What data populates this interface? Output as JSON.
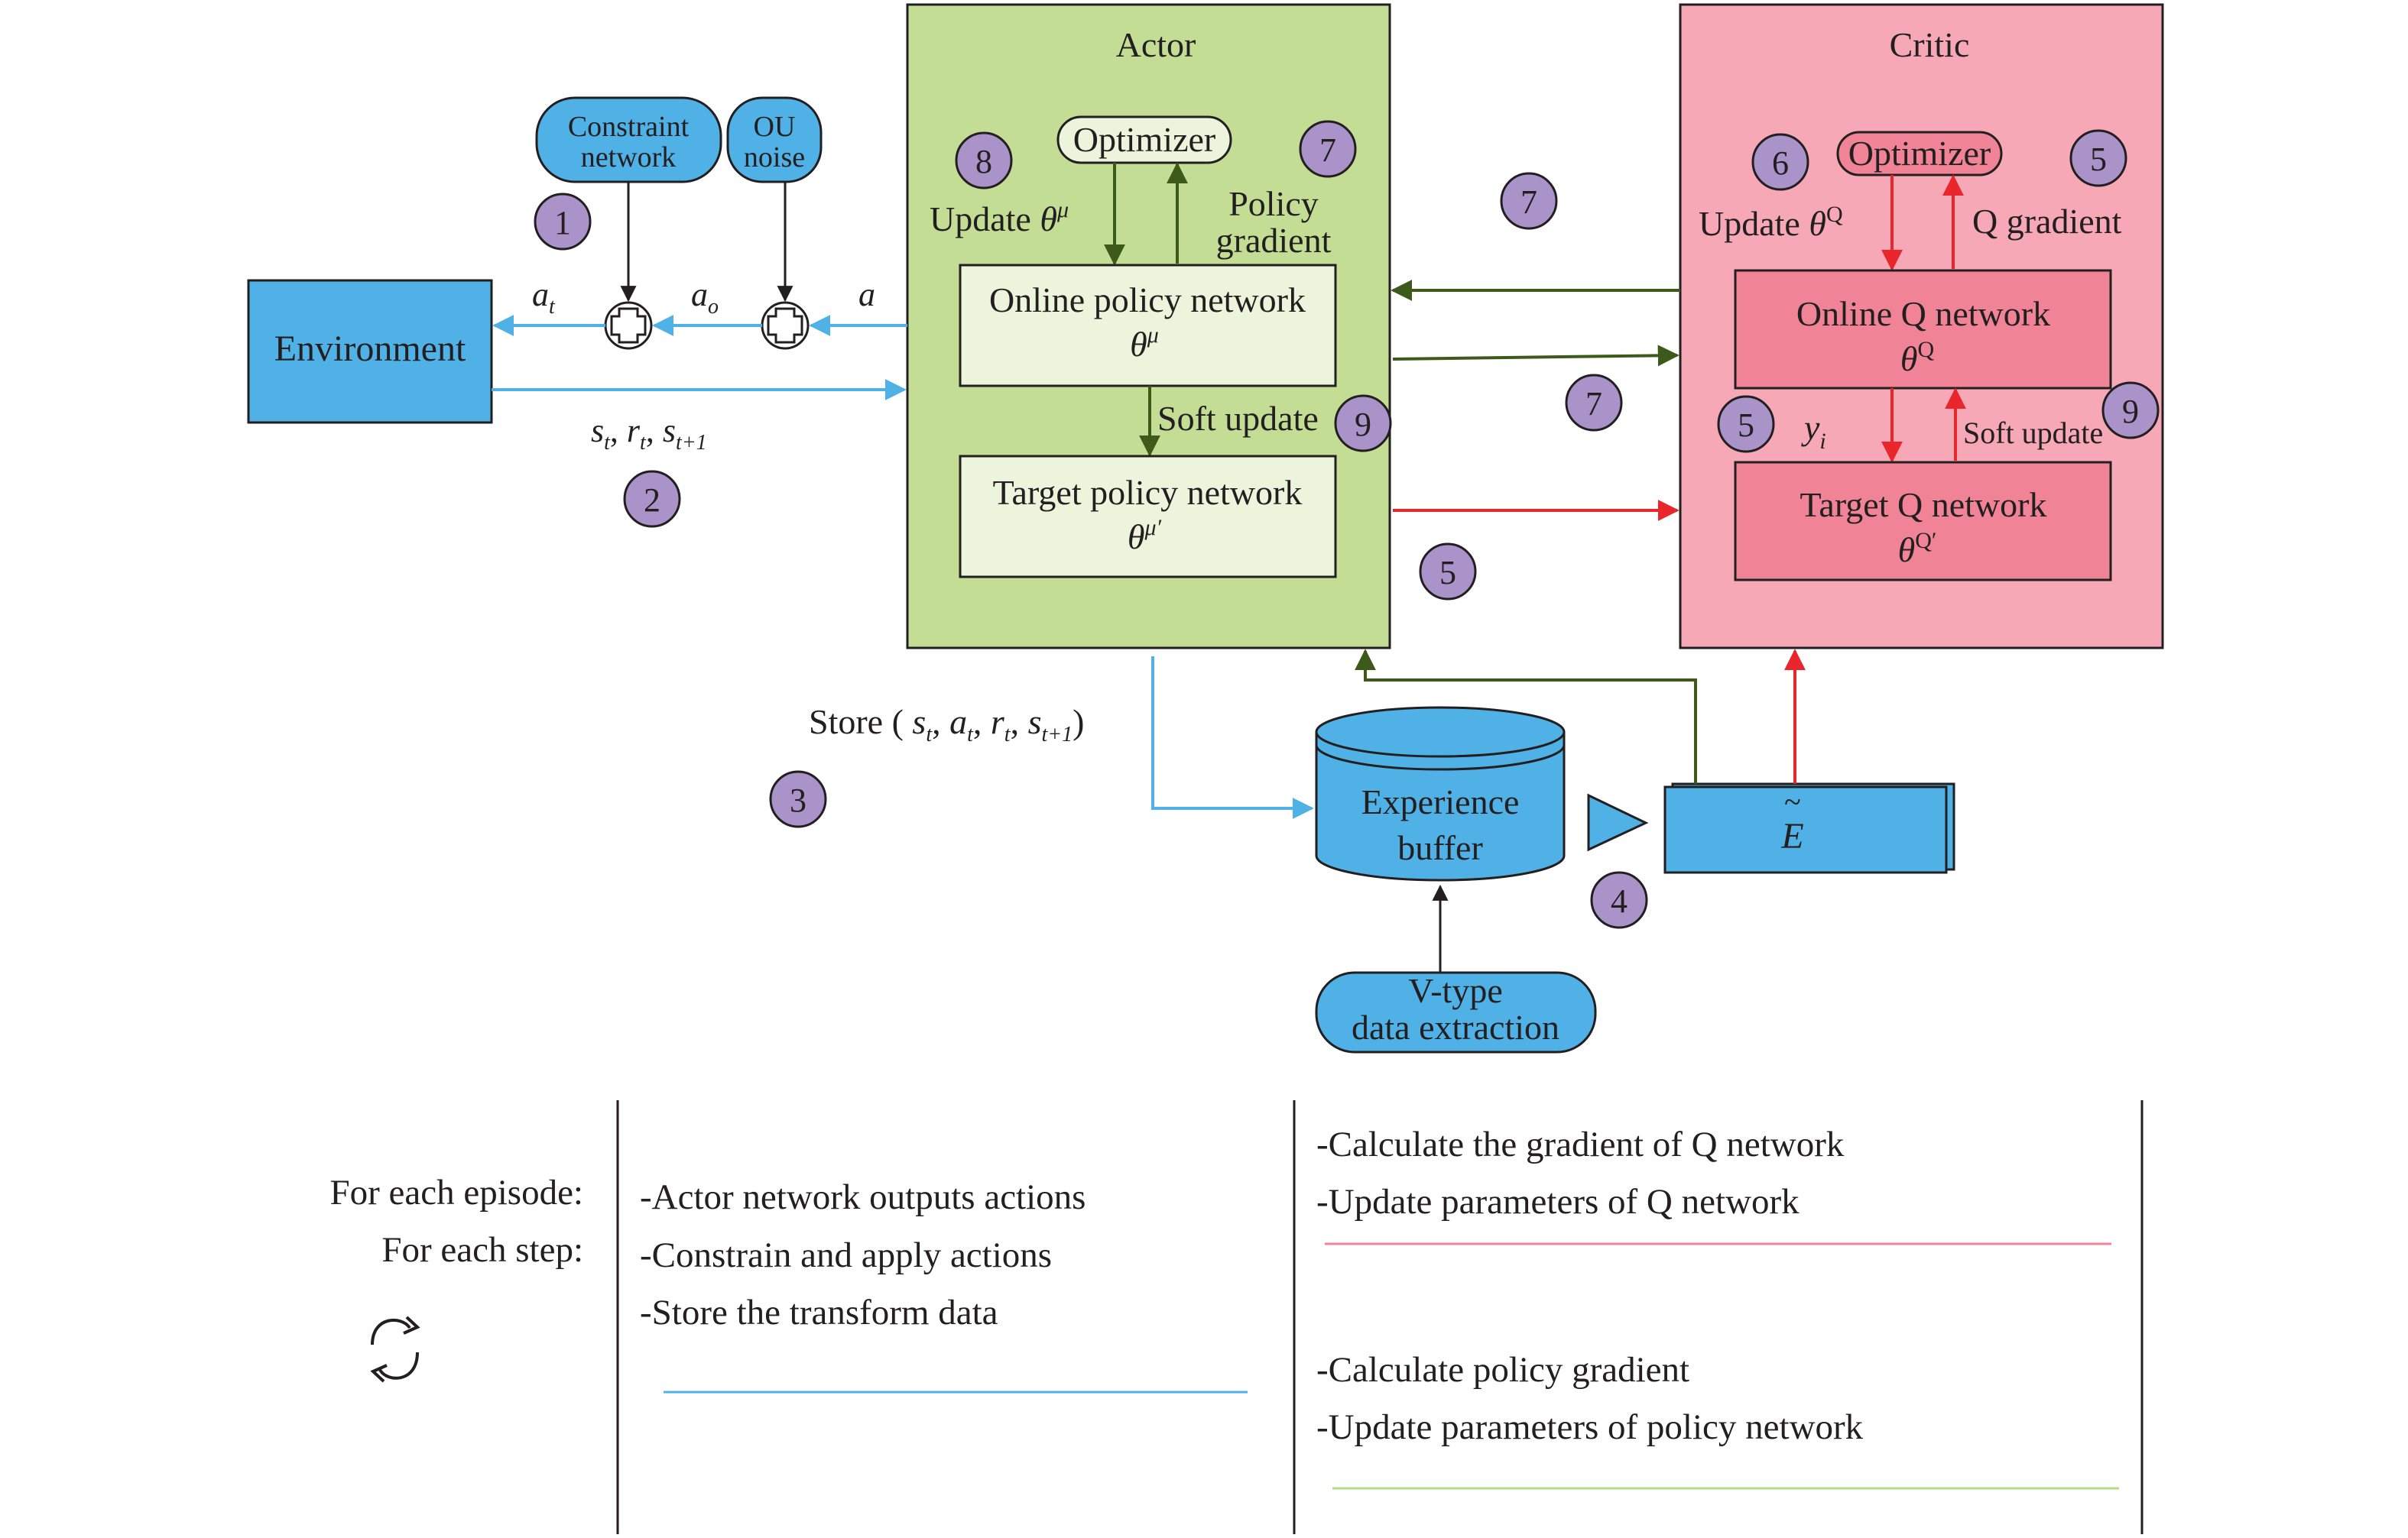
{
  "actor": {
    "title": "Actor",
    "optimizer": "Optimizer",
    "update_label": "Update",
    "update_sym": "θ",
    "update_sup": "μ",
    "policy_gradient_1": "Policy",
    "policy_gradient_2": "gradient",
    "online_net": "Online policy network",
    "online_param": "θ",
    "online_param_sup": "μ",
    "soft_update": "Soft update",
    "target_net": "Target policy network",
    "target_param": "θ",
    "target_param_sup": "μ′"
  },
  "critic": {
    "title": "Critic",
    "optimizer": "Optimizer",
    "update_label": "Update",
    "update_sym": "θ",
    "update_sup": "Q",
    "q_gradient": "Q gradient",
    "online_net": "Online Q network",
    "online_param": "θ",
    "online_param_sup": "Q",
    "y_label": "y",
    "y_sub": "i",
    "soft_update": "Soft update",
    "target_net": "Target Q network",
    "target_param": "θ",
    "target_param_sup": "Q′"
  },
  "environment": {
    "label": "Environment"
  },
  "constraint_network": {
    "line1": "Constraint",
    "line2": "network"
  },
  "ou_noise": {
    "line1": "OU",
    "line2": "noise"
  },
  "signals": {
    "a_t": "a",
    "a_t_sub": "t",
    "a_o": "a",
    "a_o_sub": "o",
    "a": "a",
    "state_tuple": {
      "s": "s",
      "s_sub": "t",
      "r": "r",
      "r_sub": "t",
      "s2": "s",
      "s2_sub": "t+1"
    }
  },
  "store": {
    "prefix": "Store (",
    "s": "s",
    "s_sub": "t",
    "a": "a",
    "a_sub": "t",
    "r": "r",
    "r_sub": "t",
    "s2": "s",
    "s2_sub": "t+1",
    "suffix": ")"
  },
  "experience_buffer": {
    "line1": "Experience",
    "line2": "buffer"
  },
  "e_tilde": {
    "symbol": "E",
    "accent": "~"
  },
  "v_type": {
    "line1": "V-type",
    "line2": "data extraction"
  },
  "steps": {
    "s1": "1",
    "s2": "2",
    "s3": "3",
    "s4": "4",
    "s5a": "5",
    "s5b": "5",
    "s5c": "5",
    "s6": "6",
    "s7a": "7",
    "s7b": "7",
    "s7c": "7",
    "s8": "8",
    "s9a": "9",
    "s9b": "9"
  },
  "legend": {
    "episode": "For each episode:",
    "step": "For each step:",
    "col1": [
      "-Actor network outputs actions",
      "-Constrain and apply actions",
      "-Store the transform data"
    ],
    "col2a": [
      "-Calculate the gradient of Q network",
      "-Update parameters of Q network"
    ],
    "col2b": [
      "-Calculate policy gradient",
      "-Update parameters of policy network"
    ]
  },
  "colors": {
    "actor_fill": "#c3dd95",
    "critic_fill": "#f7a8b6",
    "critic_inner": "#f08496",
    "blue": "#4fb1e5",
    "green_arrow": "#3e5a1b",
    "red": "#e8262c",
    "circle": "#a993c8",
    "light_green_box": "#ecf4dc"
  }
}
